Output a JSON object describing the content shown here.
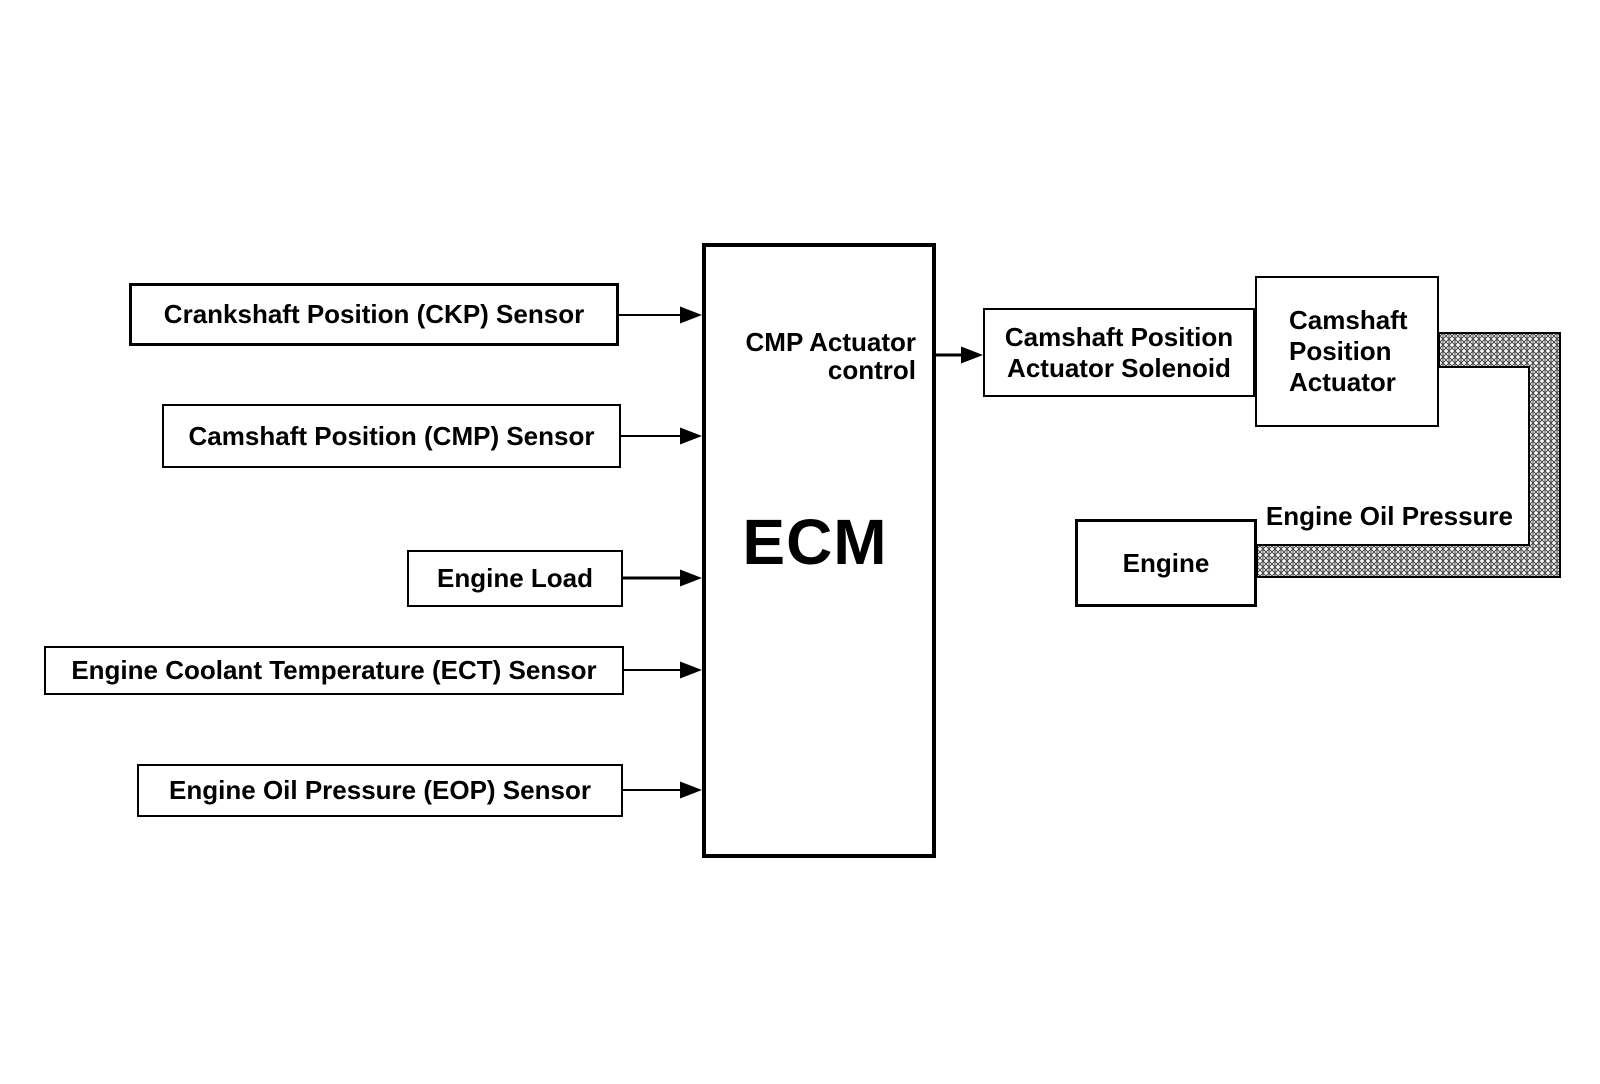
{
  "diagram": {
    "sensors": [
      {
        "label": "Crankshaft Position (CKP) Sensor"
      },
      {
        "label": "Camshaft Position (CMP) Sensor"
      },
      {
        "label": "Engine Load"
      },
      {
        "label": "Engine Coolant Temperature (ECT) Sensor"
      },
      {
        "label": "Engine Oil Pressure (EOP) Sensor"
      }
    ],
    "ecm": {
      "title": "ECM",
      "annotation_line1": "CMP Actuator",
      "annotation_line2": "control"
    },
    "solenoid": {
      "line1": "Camshaft Position",
      "line2": "Actuator Solenoid"
    },
    "actuator": {
      "line1": "Camshaft",
      "line2": "Position",
      "line3": "Actuator"
    },
    "engine": {
      "label": "Engine"
    },
    "pipe": {
      "label": "Engine Oil Pressure"
    },
    "colors": {
      "line": "#000000",
      "background": "#ffffff",
      "hatch": "#444444"
    }
  }
}
